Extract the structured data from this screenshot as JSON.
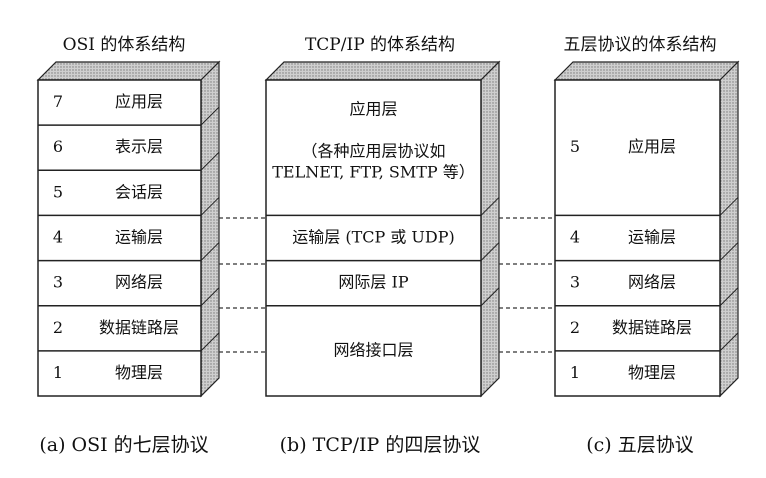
{
  "titles": {
    "osi": "OSI 的体系结构",
    "tcpip": "TCP/IP 的体系结构",
    "five": "五层协议的体系结构"
  },
  "captions": {
    "osi": "(a) OSI 的七层协议",
    "tcpip": "(b) TCP/IP 的四层协议",
    "five": "(c)  五层协议"
  },
  "osi_layers": [
    {
      "num": "7",
      "name": "应用层"
    },
    {
      "num": "6",
      "name": "表示层"
    },
    {
      "num": "5",
      "name": "会话层"
    },
    {
      "num": "4",
      "name": "运输层"
    },
    {
      "num": "3",
      "name": "网络层"
    },
    {
      "num": "2",
      "name": "数据链路层"
    },
    {
      "num": "1",
      "name": "物理层"
    }
  ],
  "tcpip_layers": [
    {
      "lines": [
        "应用层",
        "（各种应用层协议如",
        "TELNET, FTP, SMTP 等）"
      ]
    },
    {
      "lines": [
        "运输层 (TCP 或 UDP)"
      ]
    },
    {
      "lines": [
        "网际层 IP"
      ]
    },
    {
      "lines": [
        "网络接口层"
      ]
    }
  ],
  "five_layers": [
    {
      "num": "5",
      "name": "应用层"
    },
    {
      "num": "4",
      "name": "运输层"
    },
    {
      "num": "3",
      "name": "网络层"
    },
    {
      "num": "2",
      "name": "数据链路层"
    },
    {
      "num": "1",
      "name": "物理层"
    }
  ]
}
